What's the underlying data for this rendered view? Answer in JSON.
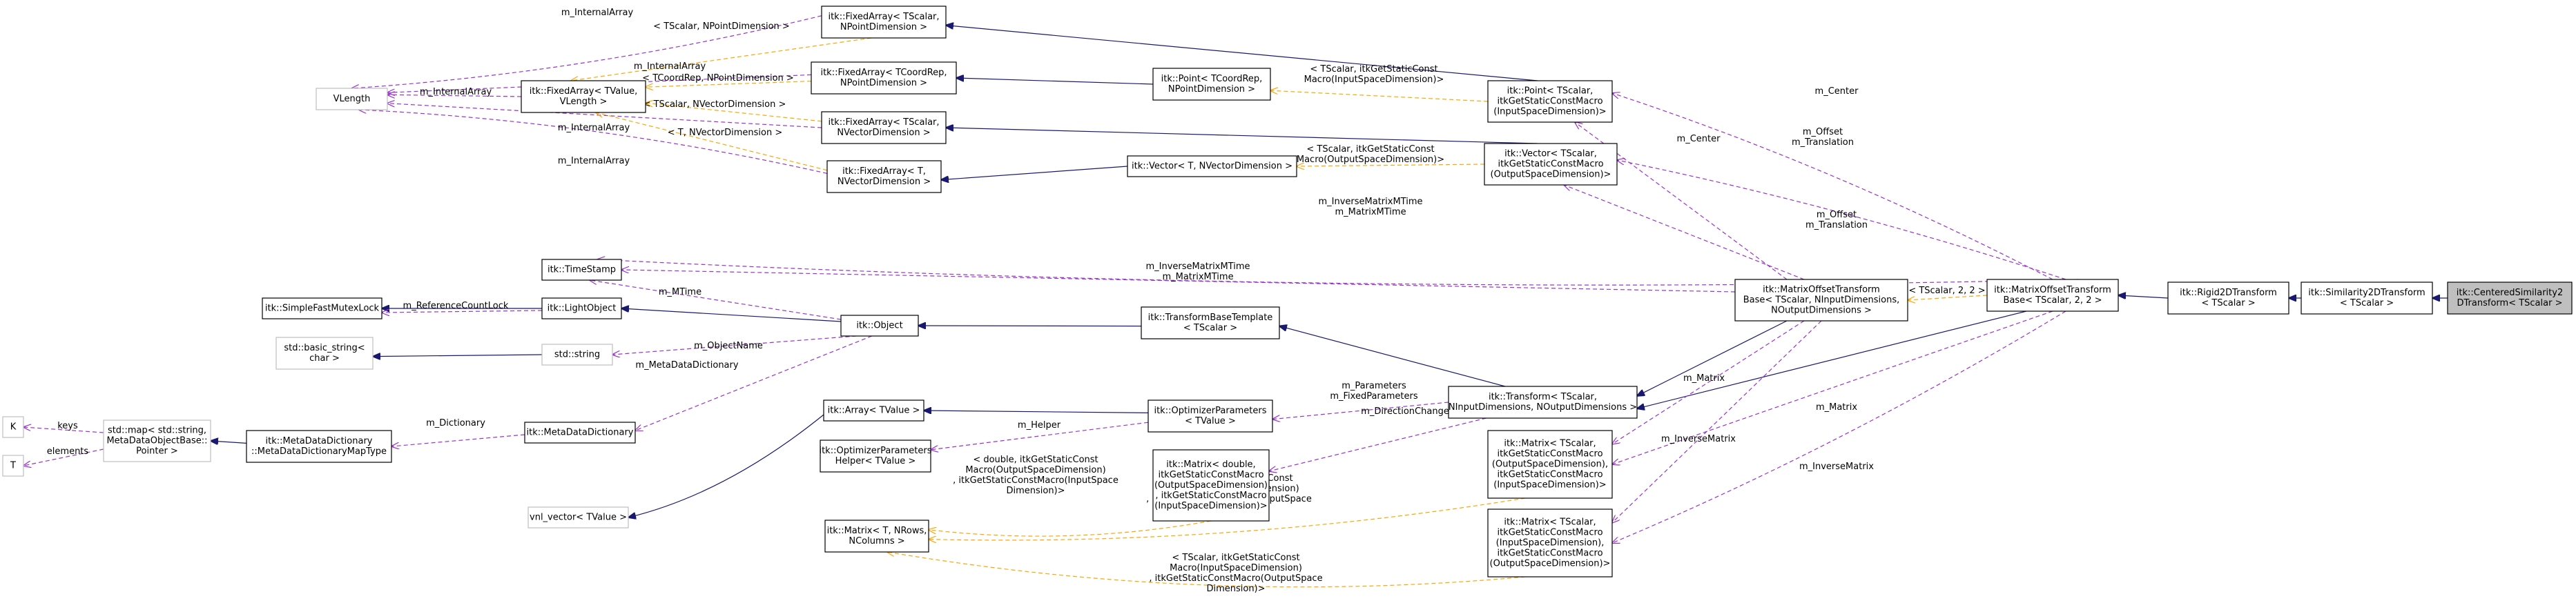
{
  "diagram": {
    "colors": {
      "inheritance": "#191970",
      "usage": "#9a32cd",
      "template": "#ffa500",
      "box_border": "#000000",
      "undocumented_border": "#bfbfbf",
      "highlight_fill": "#bfbfbf"
    },
    "nodes": [
      {
        "id": "vlength",
        "lines": [
          "VLength"
        ],
        "style": "grey"
      },
      {
        "id": "fa_npd",
        "lines": [
          "itk::FixedArray< TScalar,",
          "NPointDimension >"
        ]
      },
      {
        "id": "fa_tvalue",
        "lines": [
          "itk::FixedArray< TValue,",
          "VLength >"
        ]
      },
      {
        "id": "fa_coordrep",
        "lines": [
          "itk::FixedArray< TCoordRep,",
          "NPointDimension >"
        ]
      },
      {
        "id": "fa_nvd",
        "lines": [
          "itk::FixedArray< TScalar,",
          "NVectorDimension >"
        ]
      },
      {
        "id": "fa_t",
        "lines": [
          "itk::FixedArray< T,",
          "NVectorDimension >"
        ]
      },
      {
        "id": "point_coordrep",
        "lines": [
          "itk::Point< TCoordRep,",
          "NPointDimension >"
        ]
      },
      {
        "id": "vector_t",
        "lines": [
          "itk::Vector< T, NVectorDimension >"
        ]
      },
      {
        "id": "point_scalar",
        "lines": [
          "itk::Point< TScalar,",
          "itkGetStaticConstMacro",
          "(InputSpaceDimension)>"
        ]
      },
      {
        "id": "vector_scalar",
        "lines": [
          "itk::Vector< TScalar,",
          "itkGetStaticConstMacro",
          "(OutputSpaceDimension)>"
        ]
      },
      {
        "id": "timestamp",
        "lines": [
          "itk::TimeStamp"
        ]
      },
      {
        "id": "sfml",
        "lines": [
          "itk::SimpleFastMutexLock"
        ]
      },
      {
        "id": "lightobject",
        "lines": [
          "itk::LightObject"
        ]
      },
      {
        "id": "basic_string",
        "lines": [
          "std::basic_string<",
          "char >"
        ],
        "style": "grey"
      },
      {
        "id": "std_string",
        "lines": [
          "std::string"
        ],
        "style": "grey"
      },
      {
        "id": "object",
        "lines": [
          "itk::Object"
        ]
      },
      {
        "id": "k",
        "lines": [
          "K"
        ],
        "style": "grey"
      },
      {
        "id": "t",
        "lines": [
          "T"
        ],
        "style": "grey"
      },
      {
        "id": "std_map",
        "lines": [
          "std::map< std::string,",
          "MetaDataObjectBase::",
          "Pointer >"
        ],
        "style": "grey"
      },
      {
        "id": "mdd_maptype",
        "lines": [
          "itk::MetaDataDictionary",
          "::MetaDataDictionaryMapType"
        ]
      },
      {
        "id": "mdd",
        "lines": [
          "itk::MetaDataDictionary"
        ]
      },
      {
        "id": "vnl_vector",
        "lines": [
          "vnl_vector< TValue >"
        ],
        "style": "grey"
      },
      {
        "id": "array_tvalue",
        "lines": [
          "itk::Array< TValue >"
        ]
      },
      {
        "id": "opt_helper",
        "lines": [
          "itk::OptimizerParameters",
          "Helper< TValue >"
        ]
      },
      {
        "id": "tbt",
        "lines": [
          "itk::TransformBaseTemplate",
          "< TScalar >"
        ]
      },
      {
        "id": "opt_params",
        "lines": [
          "itk::OptimizerParameters",
          "< TValue >"
        ]
      },
      {
        "id": "matrix_double",
        "lines": [
          "itk::Matrix< double,",
          "itkGetStaticConstMacro",
          "(OutputSpaceDimension)",
          ", itkGetStaticConstMacro",
          "(InputSpaceDimension)>"
        ]
      },
      {
        "id": "matrix_t",
        "lines": [
          "itk::Matrix< T, NRows,",
          "NColumns >"
        ]
      },
      {
        "id": "transform",
        "lines": [
          "itk::Transform< TScalar,",
          "NInputDimensions, NOutputDimensions >"
        ]
      },
      {
        "id": "matrix_out_in",
        "lines": [
          "itk::Matrix< TScalar,",
          "itkGetStaticConstMacro",
          "(OutputSpaceDimension),",
          "itkGetStaticConstMacro",
          "(InputSpaceDimension)>"
        ]
      },
      {
        "id": "matrix_in_out",
        "lines": [
          "itk::Matrix< TScalar,",
          "itkGetStaticConstMacro",
          "(InputSpaceDimension),",
          "itkGetStaticConstMacro",
          "(OutputSpaceDimension)>"
        ]
      },
      {
        "id": "motb_generic",
        "lines": [
          "itk::MatrixOffsetTransform",
          "Base< TScalar, NInputDimensions,",
          "NOutputDimensions >"
        ]
      },
      {
        "id": "motb_22",
        "lines": [
          "itk::MatrixOffsetTransform",
          "Base< TScalar, 2, 2 >"
        ]
      },
      {
        "id": "rigid2d",
        "lines": [
          "itk::Rigid2DTransform",
          "< TScalar >"
        ]
      },
      {
        "id": "similarity2d",
        "lines": [
          "itk::Similarity2DTransform",
          "< TScalar >"
        ]
      },
      {
        "id": "centered_sim2d",
        "lines": [
          "itk::CenteredSimilarity2",
          "DTransform< TScalar >"
        ],
        "style": "selected"
      }
    ],
    "edge_labels": [
      {
        "id": "l_ia_npd",
        "lines": [
          "m_InternalArray"
        ]
      },
      {
        "id": "l_ia_coordrep",
        "lines": [
          "m_InternalArray"
        ]
      },
      {
        "id": "l_ia_tvalue",
        "lines": [
          "m_InternalArray"
        ]
      },
      {
        "id": "l_ia_nvd",
        "lines": [
          "m_InternalArray"
        ]
      },
      {
        "id": "l_ia_t",
        "lines": [
          "m_InternalArray"
        ]
      },
      {
        "id": "l_tpl_npd",
        "lines": [
          "< TScalar, NPointDimension >"
        ]
      },
      {
        "id": "l_tpl_coordrep",
        "lines": [
          "< TCoordRep, NPointDimension >"
        ]
      },
      {
        "id": "l_tpl_nvd",
        "lines": [
          "< TScalar, NVectorDimension >"
        ]
      },
      {
        "id": "l_tpl_t",
        "lines": [
          "< T, NVectorDimension >"
        ]
      },
      {
        "id": "l_tpl_point",
        "lines": [
          "< TScalar, itkGetStaticConst",
          "Macro(InputSpaceDimension)>"
        ]
      },
      {
        "id": "l_tpl_vector",
        "lines": [
          "< TScalar, itkGetStaticConst",
          "Macro(OutputSpaceDimension)>"
        ]
      },
      {
        "id": "l_center_22",
        "lines": [
          "m_Center"
        ]
      },
      {
        "id": "l_center_gen",
        "lines": [
          "m_Center"
        ]
      },
      {
        "id": "l_offset_22",
        "lines": [
          "m_Offset",
          "m_Translation"
        ]
      },
      {
        "id": "l_ts_22",
        "lines": [
          "m_InverseMatrixMTime",
          "m_MatrixMTime"
        ]
      },
      {
        "id": "l_vec_gen",
        "lines": [
          "m_Offset",
          "m_Translation"
        ]
      },
      {
        "id": "l_ts_gen",
        "lines": [
          "m_InverseMatrixMTime",
          "m_MatrixMTime"
        ]
      },
      {
        "id": "l_mtime",
        "lines": [
          "m_MTime"
        ]
      },
      {
        "id": "l_refcount",
        "lines": [
          "m_ReferenceCountLock"
        ]
      },
      {
        "id": "l_objname",
        "lines": [
          "m_ObjectName"
        ]
      },
      {
        "id": "l_mdd",
        "lines": [
          "m_MetaDataDictionary"
        ]
      },
      {
        "id": "l_dictionary",
        "lines": [
          "m_Dictionary"
        ]
      },
      {
        "id": "l_keys",
        "lines": [
          "keys"
        ]
      },
      {
        "id": "l_elements",
        "lines": [
          "elements"
        ]
      },
      {
        "id": "l_helper",
        "lines": [
          "m_Helper"
        ]
      },
      {
        "id": "l_params",
        "lines": [
          "m_Parameters",
          "m_FixedParameters"
        ]
      },
      {
        "id": "l_dirchange",
        "lines": [
          "m_DirectionChange"
        ]
      },
      {
        "id": "l_matrix_gen",
        "lines": [
          "m_Matrix"
        ]
      },
      {
        "id": "l_matrix_22",
        "lines": [
          "m_Matrix"
        ]
      },
      {
        "id": "l_invmatrix_gen",
        "lines": [
          "m_InverseMatrix"
        ]
      },
      {
        "id": "l_invmatrix_22",
        "lines": [
          "m_InverseMatrix"
        ]
      },
      {
        "id": "l_tpl_motb",
        "lines": [
          "< TScalar, 2, 2 >"
        ]
      },
      {
        "id": "l_tpl_mdouble",
        "lines": [
          "< double, itkGetStaticConst",
          "Macro(OutputSpaceDimension)",
          ", itkGetStaticConstMacro(InputSpace",
          "Dimension)>"
        ]
      },
      {
        "id": "l_tpl_mout",
        "lines": [
          "< TScalar, itkGetStaticConst",
          "Macro(OutputSpaceDimension)",
          ", itkGetStaticConstMacro(InputSpace",
          "Dimension)>"
        ]
      },
      {
        "id": "l_tpl_min",
        "lines": [
          "< TScalar, itkGetStaticConst",
          "Macro(InputSpaceDimension)",
          ", itkGetStaticConstMacro(OutputSpace",
          "Dimension)>"
        ]
      }
    ]
  }
}
